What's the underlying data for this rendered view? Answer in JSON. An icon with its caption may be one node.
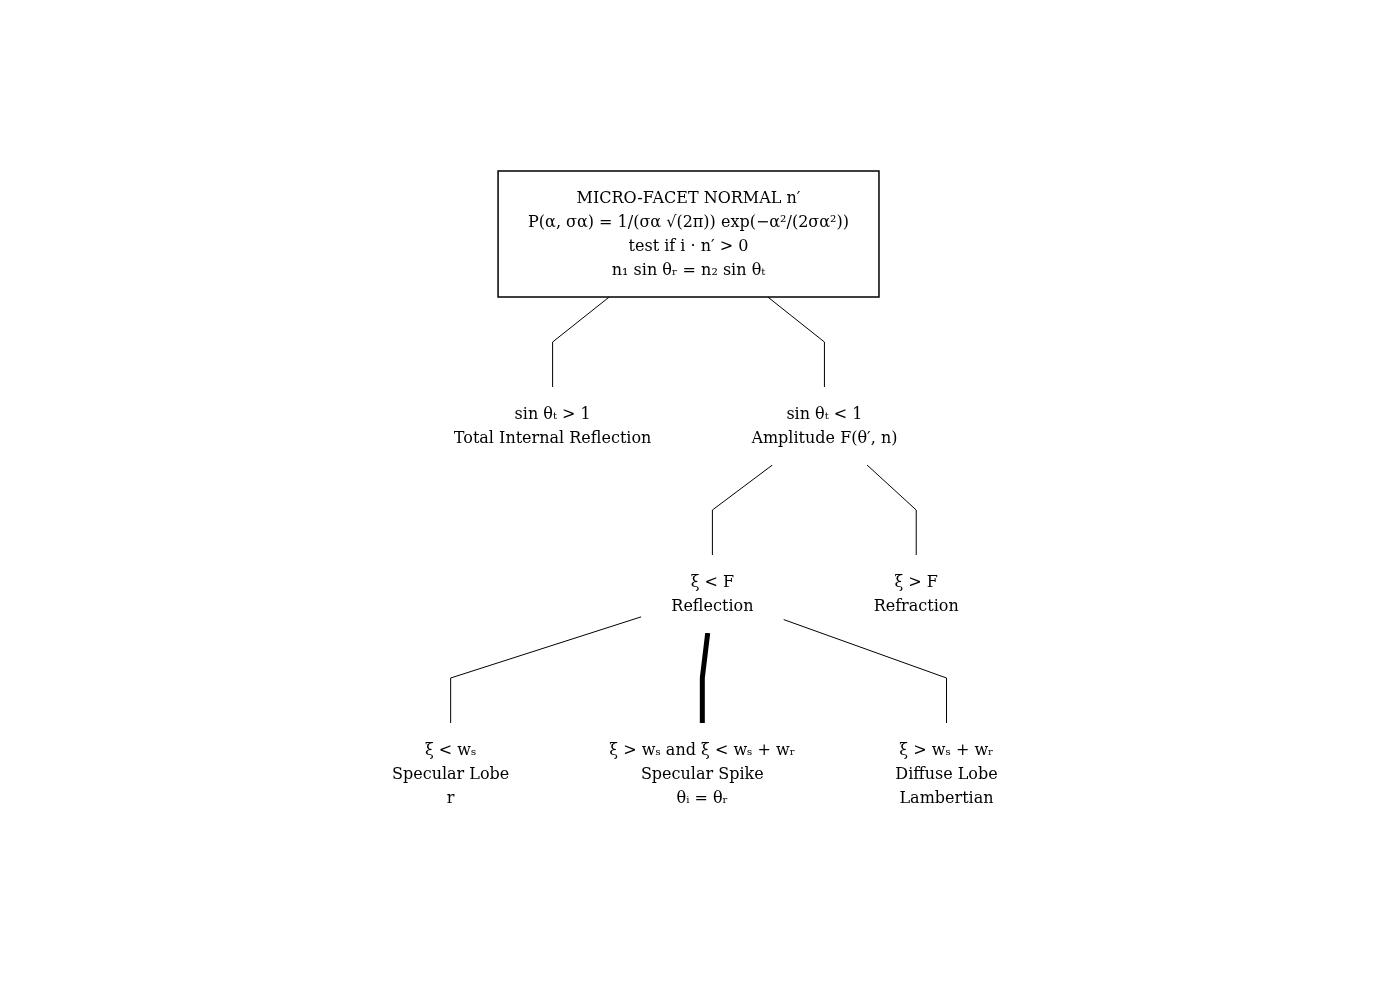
{
  "diagram": {
    "nodes": [
      {
        "text": [
          "MICRO-FACET NORMAL n′",
          "P(α, σα) = 1/(σα √(2π)) exp(−α²/(2σα²))",
          "test if i · n′ > 0",
          "n₁ sin θᵣ = n₂ sin θₜ"
        ]
      },
      {
        "text": [
          "sin θₜ > 1",
          "Total Internal Reflection"
        ]
      },
      {
        "text": [
          "sin θₜ < 1",
          "Amplitude F(θ′, n)"
        ]
      },
      {
        "text": [
          "ξ < F",
          "Reflection"
        ]
      },
      {
        "text": [
          "ξ > F",
          "Refraction"
        ]
      },
      {
        "text": [
          "ξ < wₛ",
          "Specular Lobe",
          "r"
        ]
      },
      {
        "text": [
          "ξ > wₛ and ξ < wₛ + wᵣ",
          "Specular Spike",
          "θᵢ = θᵣ"
        ]
      },
      {
        "text": [
          "ξ > wₛ + wᵣ",
          "Diffuse Lobe",
          "Lambertian"
        ]
      }
    ],
    "edges": [
      {
        "from": 0,
        "to": 1,
        "arrow": "none"
      },
      {
        "from": 0,
        "to": 2,
        "arrow": "none"
      },
      {
        "from": 2,
        "to": 3,
        "arrow": "none"
      },
      {
        "from": 2,
        "to": 4,
        "arrow": "none"
      },
      {
        "from": 3,
        "to": 5,
        "arrow": "none"
      },
      {
        "from": 3,
        "to": 6,
        "arrow": "none",
        "style": "thick"
      },
      {
        "from": 3,
        "to": 7,
        "arrow": "none"
      }
    ]
  }
}
